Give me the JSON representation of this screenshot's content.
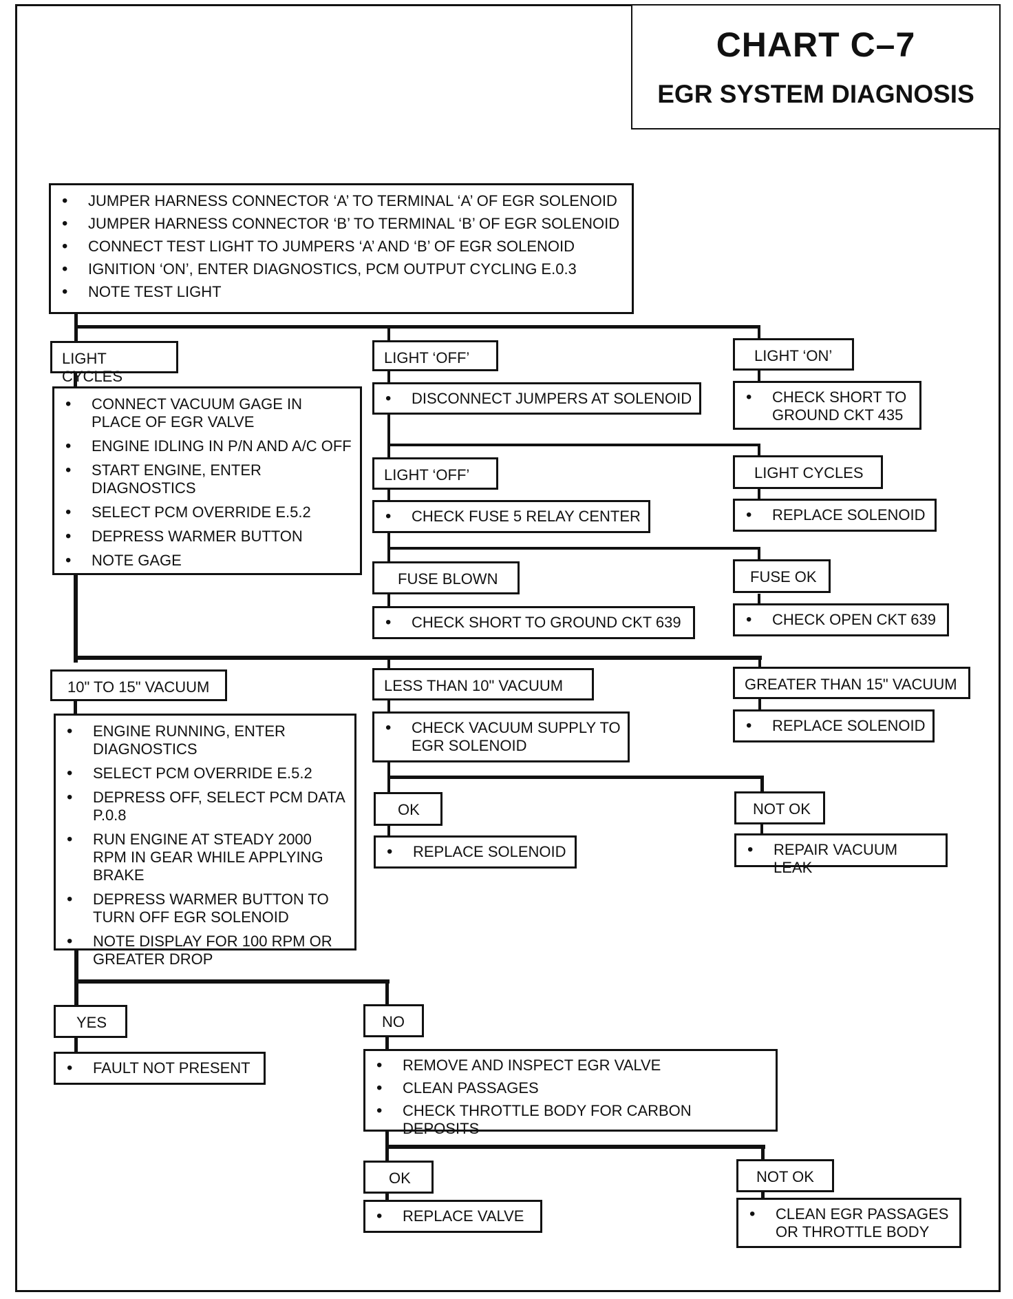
{
  "title": "CHART C–7",
  "subtitle": "EGR SYSTEM DIAGNOSIS",
  "top_steps": [
    "JUMPER HARNESS CONNECTOR ‘A’ TO TERMINAL ‘A’ OF EGR SOLENOID",
    "JUMPER HARNESS CONNECTOR ‘B’ TO TERMINAL ‘B’ OF EGR SOLENOID",
    "CONNECT TEST LIGHT TO JUMPERS ‘A’ AND ‘B’ OF EGR SOLENOID",
    "IGNITION ‘ON’, ENTER DIAGNOSTICS, PCM OUTPUT CYCLING E.0.3",
    "NOTE TEST LIGHT"
  ],
  "branch1": {
    "light_cycles": {
      "label": "LIGHT CYCLES",
      "steps": [
        "CONNECT VACUUM GAGE IN PLACE OF EGR VALVE",
        "ENGINE IDLING IN P/N AND A/C OFF",
        "START ENGINE, ENTER DIAGNOSTICS",
        "SELECT PCM OVERRIDE E.5.2",
        "DEPRESS WARMER  BUTTON",
        "NOTE GAGE"
      ]
    },
    "light_off": {
      "label": "LIGHT ‘OFF’",
      "step": "DISCONNECT JUMPERS AT SOLENOID",
      "sub_light_off": {
        "label": "LIGHT ‘OFF’",
        "step": "CHECK FUSE 5 RELAY CENTER"
      },
      "sub_light_cycles": {
        "label": "LIGHT CYCLES",
        "step": "REPLACE SOLENOID"
      },
      "fuse_blown": {
        "label": "FUSE BLOWN",
        "step": "CHECK SHORT TO GROUND CKT 639"
      },
      "fuse_ok": {
        "label": "FUSE OK",
        "step": "CHECK OPEN CKT 639"
      }
    },
    "light_on": {
      "label": "LIGHT ‘ON’",
      "step": "CHECK SHORT TO GROUND CKT 435"
    }
  },
  "branch2": {
    "vac_10_15": {
      "label": "10\" TO 15\" VACUUM",
      "steps": [
        "ENGINE RUNNING, ENTER DIAGNOSTICS",
        "SELECT PCM OVERRIDE  E.5.2",
        "DEPRESS OFF,  SELECT PCM DATA P.0.8",
        "RUN ENGINE AT STEADY 2000 RPM IN GEAR WHILE APPLYING BRAKE",
        "DEPRESS WARMER BUTTON TO TURN OFF EGR SOLENOID",
        "NOTE DISPLAY FOR 100 RPM OR GREATER DROP"
      ]
    },
    "less_10": {
      "label": "LESS THAN 10\" VACUUM",
      "step": "CHECK VACUUM SUPPLY TO EGR SOLENOID",
      "ok": {
        "label": "OK",
        "step": "REPLACE SOLENOID"
      },
      "not_ok": {
        "label": "NOT OK",
        "step": "REPAIR VACUUM LEAK"
      }
    },
    "greater_15": {
      "label": "GREATER THAN 15\" VACUUM",
      "step": "REPLACE SOLENOID"
    }
  },
  "branch3": {
    "yes": {
      "label": "YES",
      "step": "FAULT NOT PRESENT"
    },
    "no": {
      "label": "NO",
      "steps": [
        "REMOVE AND INSPECT EGR VALVE",
        "CLEAN PASSAGES",
        "CHECK THROTTLE BODY FOR CARBON DEPOSITS"
      ],
      "ok": {
        "label": "OK",
        "step": "REPLACE VALVE"
      },
      "not_ok": {
        "label": "NOT OK",
        "step": "CLEAN EGR PASSAGES OR THROTTLE BODY"
      }
    }
  }
}
